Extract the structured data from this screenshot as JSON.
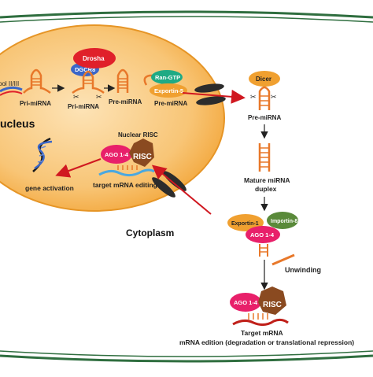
{
  "labels": {
    "pol": "pol II/III",
    "pri_mirna_1": "Pri-miRNA",
    "dgcr8": "DGCR8",
    "drosha": "Drosha",
    "pri_mirna_2": "Pri-miRNA",
    "pre_mirna_1": "Pre-miRNA",
    "ran_gtp": "Ran-GTP",
    "exportin5": "Exportin-5",
    "pre_mirna_2": "Pre-miRNA",
    "nucleus": "ucleus",
    "nuclear_risc": "Nuclear RISC",
    "ago_nuc": "AGO 1-4",
    "risc_nuc": "RISC",
    "gene_activation": "gene activation",
    "target_editing": "target mRNA editing",
    "cytoplasm": "Cytoplasm",
    "dicer": "Dicer",
    "pre_mirna_3": "Pre-miRNA",
    "mature_1": "Mature miRNA",
    "mature_2": "duplex",
    "exportin1": "Exportin-1",
    "importin8": "Importin-8",
    "ago_cyto_1": "AGO 1-4",
    "unwinding": "Unwinding",
    "ago_cyto_2": "AGO 1-4",
    "risc_cyto": "RISC",
    "target_mrna": "Target mRNA",
    "edition": "mRNA edition (degradation or translational repression)"
  },
  "colors": {
    "frame": "#2f6e3f",
    "nucleus_fill": "#f6b24a",
    "hairpin": "#e8782a",
    "dgcr8": "#3a66c8",
    "drosha": "#e0202a",
    "ran_gtp": "#1faa84",
    "exportin": "#f0a030",
    "pore": "#2c2c2c",
    "dicer": "#f0a030",
    "ago": "#e8206a",
    "risc": "#8a4a20",
    "importin": "#5a8a3a",
    "arrow_red": "#d01820",
    "mrna": "#c0201a"
  },
  "icons": [
    "dna-icon",
    "scissors-icon"
  ]
}
